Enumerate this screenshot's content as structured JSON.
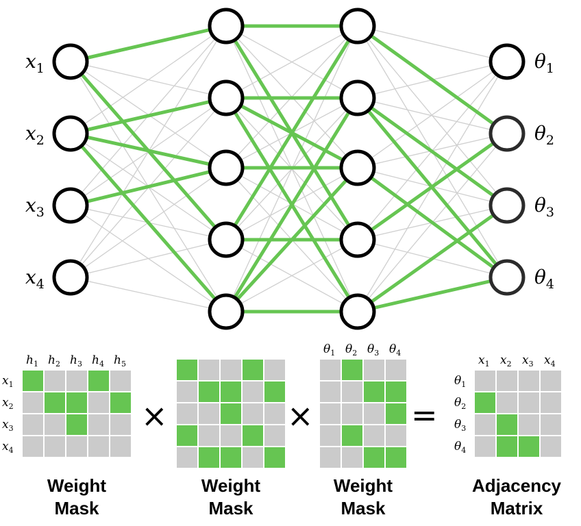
{
  "network": {
    "layers": [
      {
        "name": "input",
        "nodes": [
          {
            "label": "x",
            "sub": "1"
          },
          {
            "label": "x",
            "sub": "2"
          },
          {
            "label": "x",
            "sub": "3"
          },
          {
            "label": "x",
            "sub": "4"
          }
        ]
      },
      {
        "name": "hidden-1",
        "nodes": [
          {},
          {},
          {},
          {},
          {}
        ]
      },
      {
        "name": "hidden-2",
        "nodes": [
          {},
          {},
          {},
          {},
          {}
        ]
      },
      {
        "name": "output",
        "nodes": [
          {
            "label": "θ",
            "sub": "1"
          },
          {
            "label": "θ",
            "sub": "2"
          },
          {
            "label": "θ",
            "sub": "3"
          },
          {
            "label": "θ",
            "sub": "4"
          }
        ]
      }
    ],
    "colors": {
      "active_edge": "#66c552",
      "inactive_edge": "#cfcfcf",
      "node_stroke": "#000000"
    }
  },
  "matrices": [
    {
      "id": "weight-mask-1",
      "caption": [
        "Weight",
        "Mask"
      ],
      "col_labels": [
        {
          "t": "h",
          "s": "1"
        },
        {
          "t": "h",
          "s": "2"
        },
        {
          "t": "h",
          "s": "3"
        },
        {
          "t": "h",
          "s": "4"
        },
        {
          "t": "h",
          "s": "5"
        }
      ],
      "row_labels": [
        {
          "t": "x",
          "s": "1"
        },
        {
          "t": "x",
          "s": "2"
        },
        {
          "t": "x",
          "s": "3"
        },
        {
          "t": "x",
          "s": "4"
        }
      ],
      "cells": [
        [
          1,
          0,
          0,
          1,
          0
        ],
        [
          0,
          1,
          1,
          0,
          1
        ],
        [
          0,
          0,
          1,
          0,
          0
        ],
        [
          0,
          0,
          0,
          0,
          0
        ]
      ]
    },
    {
      "id": "weight-mask-2",
      "caption": [
        "Weight",
        "Mask"
      ],
      "col_labels": [],
      "row_labels": [],
      "cells": [
        [
          1,
          0,
          0,
          1,
          0
        ],
        [
          0,
          1,
          1,
          0,
          1
        ],
        [
          0,
          0,
          1,
          0,
          0
        ],
        [
          1,
          0,
          0,
          1,
          0
        ],
        [
          0,
          1,
          1,
          0,
          1
        ]
      ]
    },
    {
      "id": "weight-mask-3",
      "caption": [
        "Weight",
        "Mask"
      ],
      "col_labels": [
        {
          "t": "θ",
          "s": "1"
        },
        {
          "t": "θ",
          "s": "2"
        },
        {
          "t": "θ",
          "s": "3"
        },
        {
          "t": "θ",
          "s": "4"
        }
      ],
      "row_labels": [],
      "cells": [
        [
          0,
          1,
          0,
          0
        ],
        [
          0,
          0,
          1,
          1
        ],
        [
          0,
          0,
          0,
          1
        ],
        [
          0,
          1,
          0,
          0
        ],
        [
          0,
          0,
          1,
          1
        ]
      ]
    },
    {
      "id": "adjacency-matrix",
      "caption": [
        "Adjacency",
        "Matrix"
      ],
      "col_labels": [
        {
          "t": "x",
          "s": "1"
        },
        {
          "t": "x",
          "s": "2"
        },
        {
          "t": "x",
          "s": "3"
        },
        {
          "t": "x",
          "s": "4"
        }
      ],
      "row_labels": [
        {
          "t": "θ",
          "s": "1"
        },
        {
          "t": "θ",
          "s": "2"
        },
        {
          "t": "θ",
          "s": "3"
        },
        {
          "t": "θ",
          "s": "4"
        }
      ],
      "cells": [
        [
          0,
          0,
          0,
          0
        ],
        [
          1,
          0,
          0,
          0
        ],
        [
          0,
          1,
          0,
          0
        ],
        [
          0,
          1,
          1,
          0
        ]
      ]
    }
  ],
  "operators": [
    "×",
    "×",
    "="
  ]
}
